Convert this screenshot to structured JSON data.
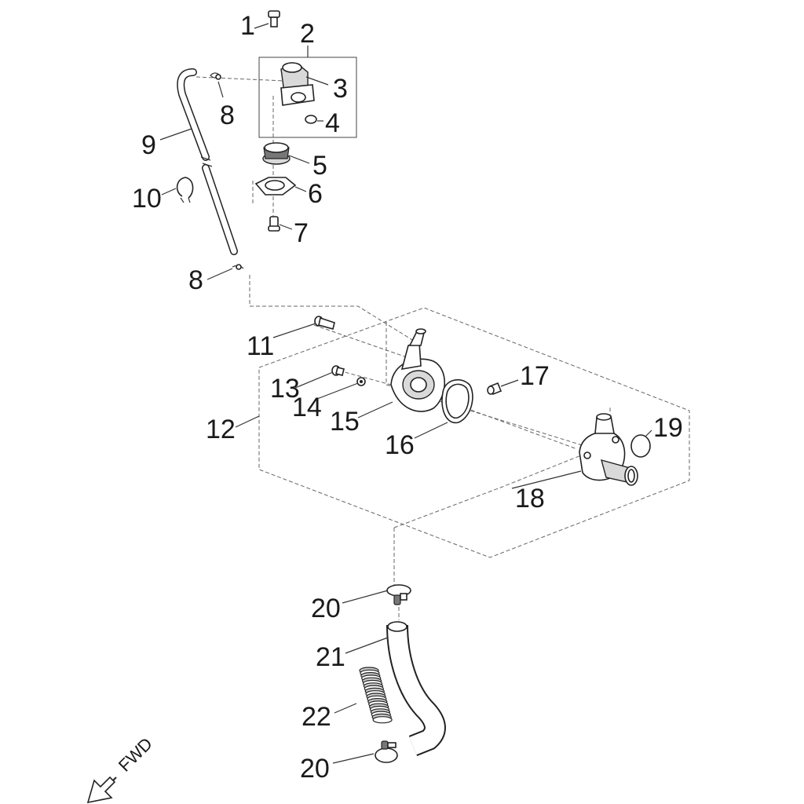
{
  "callouts": {
    "c1": "1",
    "c2": "2",
    "c3": "3",
    "c4": "4",
    "c5": "5",
    "c6": "6",
    "c7": "7",
    "c8a": "8",
    "c8b": "8",
    "c9": "9",
    "c10": "10",
    "c11": "11",
    "c12": "12",
    "c13": "13",
    "c14": "14",
    "c15": "15",
    "c16": "16",
    "c17": "17",
    "c18": "18",
    "c19": "19",
    "c20a": "20",
    "c20b": "20",
    "c21": "21",
    "c22": "22"
  },
  "direction": {
    "label": "FWD",
    "icon": "arrow-down-left-icon"
  }
}
